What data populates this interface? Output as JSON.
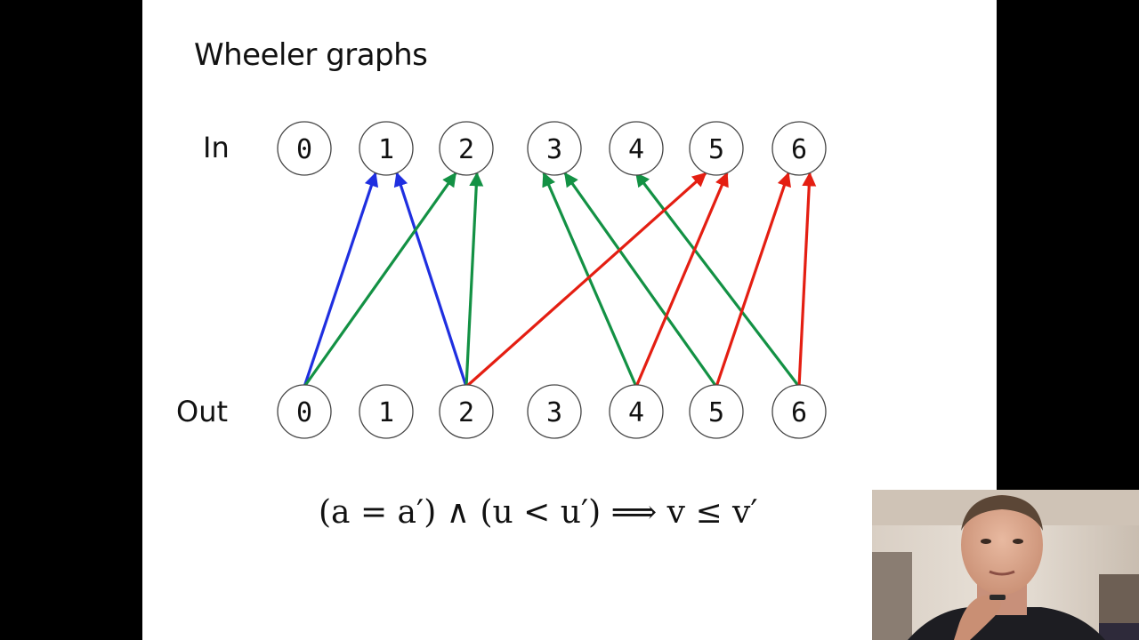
{
  "slide": {
    "title": "Wheeler graphs",
    "in_label": "In",
    "out_label": "Out",
    "in_nodes": [
      "0",
      "1",
      "2",
      "3",
      "4",
      "5",
      "6"
    ],
    "out_nodes": [
      "0",
      "1",
      "2",
      "3",
      "4",
      "5",
      "6"
    ],
    "edges": [
      {
        "from": 0,
        "to": 1,
        "color": "#1f2fe0"
      },
      {
        "from": 2,
        "to": 1,
        "color": "#1f2fe0"
      },
      {
        "from": 0,
        "to": 2,
        "color": "#139144"
      },
      {
        "from": 2,
        "to": 2,
        "color": "#139144"
      },
      {
        "from": 4,
        "to": 3,
        "color": "#139144"
      },
      {
        "from": 5,
        "to": 3,
        "color": "#139144"
      },
      {
        "from": 6,
        "to": 4,
        "color": "#139144"
      },
      {
        "from": 2,
        "to": 5,
        "color": "#e41e12"
      },
      {
        "from": 4,
        "to": 5,
        "color": "#e41e12"
      },
      {
        "from": 5,
        "to": 6,
        "color": "#e41e12"
      },
      {
        "from": 6,
        "to": 6,
        "color": "#e41e12"
      }
    ],
    "formula": "(a = a′) ∧ (u < u′) ⟹  v ≤ v′"
  },
  "colors": {
    "background": "#000000",
    "slide": "#ffffff",
    "blue": "#1f2fe0",
    "green": "#139144",
    "red": "#e41e12"
  },
  "webcam": {
    "icon": "presenter-webcam-icon"
  }
}
